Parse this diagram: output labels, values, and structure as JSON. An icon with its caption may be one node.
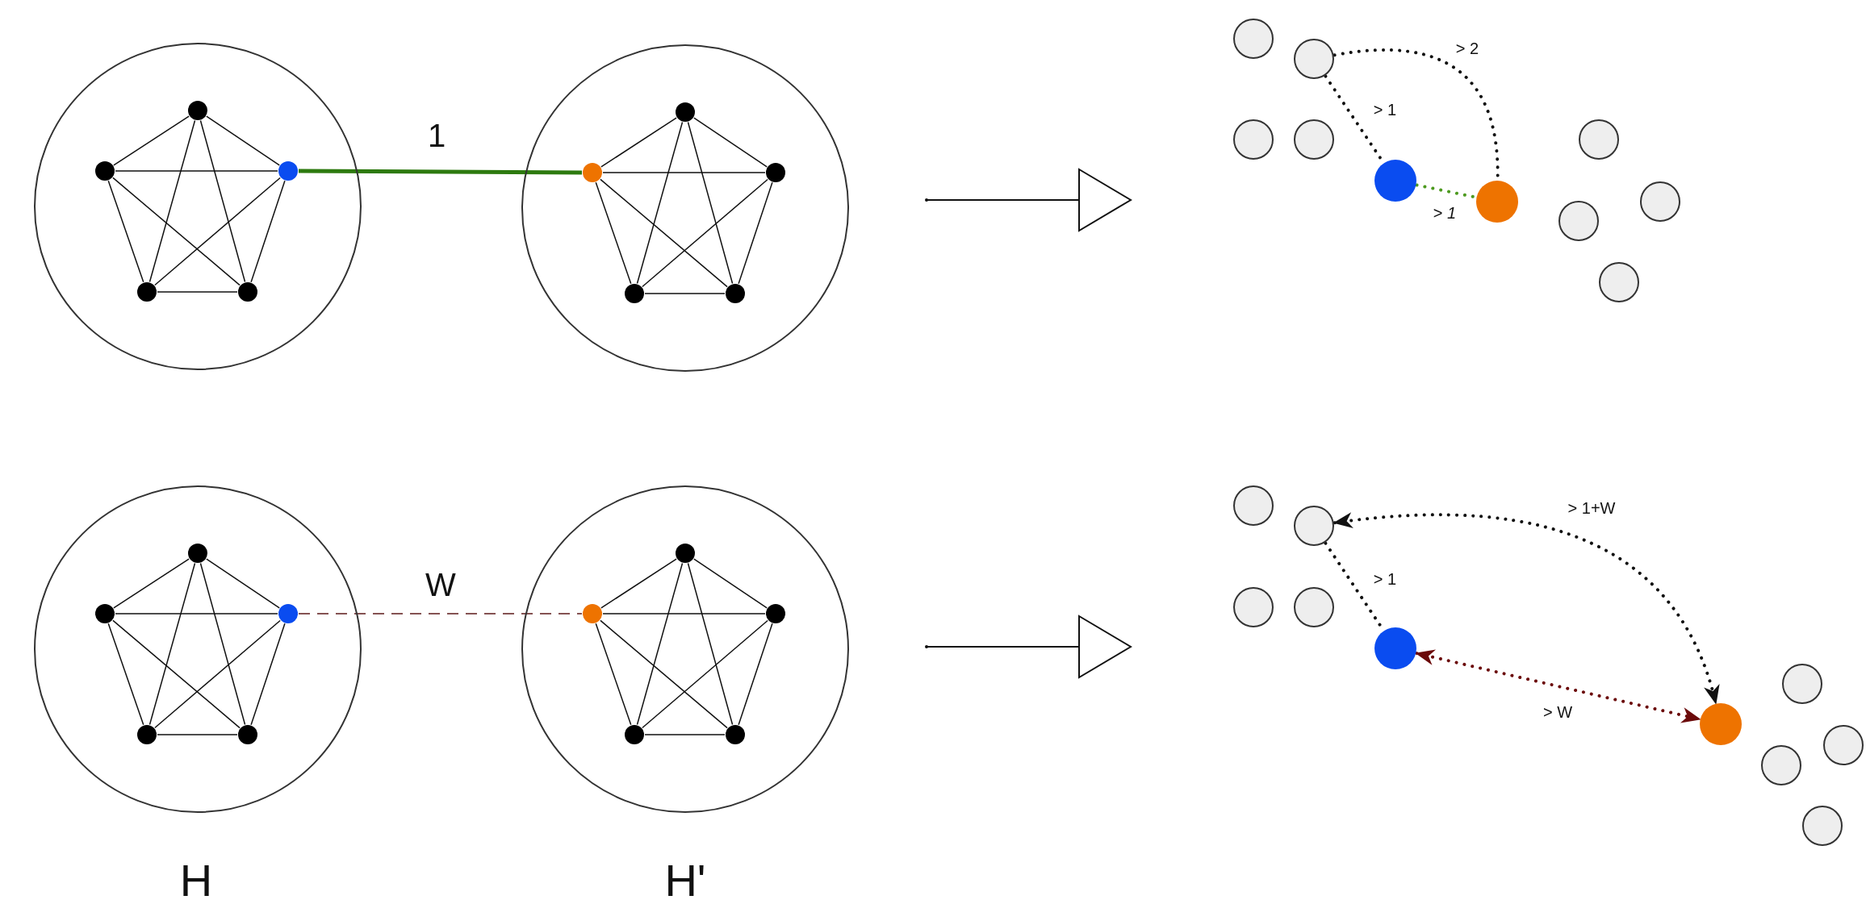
{
  "diagram": {
    "nodes": [
      {
        "text": [],
        "shape": "circle"
      },
      {
        "text": [],
        "shape": "circle",
        "in": 0
      },
      {
        "text": [],
        "shape": "circle",
        "in": 0
      },
      {
        "text": [],
        "shape": "circle",
        "in": 0
      },
      {
        "text": [],
        "shape": "circle",
        "in": 0
      },
      {
        "text": [],
        "shape": "circle",
        "in": 0
      },
      {
        "text": [],
        "shape": "circle"
      },
      {
        "text": [],
        "shape": "circle",
        "in": 6
      },
      {
        "text": [],
        "shape": "circle",
        "in": 6
      },
      {
        "text": [],
        "shape": "circle",
        "in": 6
      },
      {
        "text": [],
        "shape": "circle",
        "in": 6
      },
      {
        "text": [],
        "shape": "circle",
        "in": 6
      },
      {
        "text": [],
        "shape": "circle"
      },
      {
        "text": [],
        "shape": "circle"
      },
      {
        "text": [],
        "shape": "circle"
      },
      {
        "text": [],
        "shape": "circle"
      },
      {
        "text": [],
        "shape": "circle"
      },
      {
        "text": [],
        "shape": "circle"
      },
      {
        "text": [],
        "shape": "circle"
      },
      {
        "text": [],
        "shape": "circle"
      },
      {
        "text": [],
        "shape": "circle"
      },
      {
        "text": [],
        "shape": "circle"
      },
      {
        "text": [],
        "shape": "circle"
      },
      {
        "text": [],
        "shape": "circle",
        "in": 22
      },
      {
        "text": [],
        "shape": "circle",
        "in": 22
      },
      {
        "text": [],
        "shape": "circle",
        "in": 22
      },
      {
        "text": [],
        "shape": "circle",
        "in": 22
      },
      {
        "text": [],
        "shape": "circle",
        "in": 22
      },
      {
        "text": [],
        "shape": "circle"
      },
      {
        "text": [],
        "shape": "circle",
        "in": 28
      },
      {
        "text": [],
        "shape": "circle",
        "in": 28
      },
      {
        "text": [],
        "shape": "circle",
        "in": 28
      },
      {
        "text": [],
        "shape": "circle",
        "in": 28
      },
      {
        "text": [],
        "shape": "circle",
        "in": 28
      },
      {
        "text": [],
        "shape": "circle"
      },
      {
        "text": [],
        "shape": "circle"
      },
      {
        "text": [],
        "shape": "circle"
      },
      {
        "text": [],
        "shape": "circle"
      },
      {
        "text": [],
        "shape": "circle"
      },
      {
        "text": [],
        "shape": "circle"
      },
      {
        "text": [],
        "shape": "circle"
      },
      {
        "text": [],
        "shape": "circle"
      },
      {
        "text": [],
        "shape": "circle"
      },
      {
        "text": [],
        "shape": "circle"
      }
    ],
    "edges": [
      {
        "from": 1,
        "to": 2,
        "arrow": "none"
      },
      {
        "from": 1,
        "to": 3,
        "arrow": "none"
      },
      {
        "from": 1,
        "to": 4,
        "arrow": "none"
      },
      {
        "from": 1,
        "to": 5,
        "arrow": "none"
      },
      {
        "from": 2,
        "to": 3,
        "arrow": "none"
      },
      {
        "from": 2,
        "to": 4,
        "arrow": "none"
      },
      {
        "from": 2,
        "to": 5,
        "arrow": "none"
      },
      {
        "from": 3,
        "to": 4,
        "arrow": "none"
      },
      {
        "from": 3,
        "to": 5,
        "arrow": "none"
      },
      {
        "from": 4,
        "to": 5,
        "arrow": "none"
      },
      {
        "from": 7,
        "to": 8,
        "arrow": "none"
      },
      {
        "from": 7,
        "to": 9,
        "arrow": "none"
      },
      {
        "from": 7,
        "to": 10,
        "arrow": "none"
      },
      {
        "from": 7,
        "to": 11,
        "arrow": "none"
      },
      {
        "from": 8,
        "to": 9,
        "arrow": "none"
      },
      {
        "from": 8,
        "to": 10,
        "arrow": "none"
      },
      {
        "from": 8,
        "to": 11,
        "arrow": "none"
      },
      {
        "from": 9,
        "to": 10,
        "arrow": "none"
      },
      {
        "from": 9,
        "to": 11,
        "arrow": "none"
      },
      {
        "from": 10,
        "to": 11,
        "arrow": "none"
      },
      {
        "from": 23,
        "to": 24,
        "arrow": "none"
      },
      {
        "from": 23,
        "to": 25,
        "arrow": "none"
      },
      {
        "from": 23,
        "to": 26,
        "arrow": "none"
      },
      {
        "from": 23,
        "to": 27,
        "arrow": "none"
      },
      {
        "from": 24,
        "to": 25,
        "arrow": "none"
      },
      {
        "from": 24,
        "to": 26,
        "arrow": "none"
      },
      {
        "from": 24,
        "to": 27,
        "arrow": "none"
      },
      {
        "from": 25,
        "to": 26,
        "arrow": "none"
      },
      {
        "from": 25,
        "to": 27,
        "arrow": "none"
      },
      {
        "from": 26,
        "to": 27,
        "arrow": "none"
      },
      {
        "from": 29,
        "to": 30,
        "arrow": "none"
      },
      {
        "from": 29,
        "to": 31,
        "arrow": "none"
      },
      {
        "from": 29,
        "to": 32,
        "arrow": "none"
      },
      {
        "from": 29,
        "to": 33,
        "arrow": "none"
      },
      {
        "from": 30,
        "to": 31,
        "arrow": "none"
      },
      {
        "from": 30,
        "to": 32,
        "arrow": "none"
      },
      {
        "from": 30,
        "to": 33,
        "arrow": "none"
      },
      {
        "from": 31,
        "to": 32,
        "arrow": "none"
      },
      {
        "from": 31,
        "to": 33,
        "arrow": "none"
      },
      {
        "from": 32,
        "to": 33,
        "arrow": "none"
      },
      {
        "from": 3,
        "to": 8,
        "arrow": "none",
        "label": "1",
        "style": "thick",
        "color": "#2d7a0f"
      },
      {
        "from": 25,
        "to": 30,
        "arrow": "none",
        "label": "W",
        "style": "dashed",
        "color": "#5c1a1a"
      },
      {
        "from": 13,
        "to": 17,
        "arrow": "none",
        "label": "> 1",
        "style": "dashed"
      },
      {
        "from": 13,
        "to": 18,
        "arrow": "none",
        "label": "> 2",
        "style": "dashed"
      },
      {
        "from": 17,
        "to": 18,
        "arrow": "none",
        "label": "> *1*",
        "style": "dashed",
        "color": "#4d9a1f"
      },
      {
        "from": 35,
        "to": 38,
        "arrow": "none",
        "label": "> 1",
        "style": "dashed"
      },
      {
        "from": 35,
        "to": 39,
        "arrow": "both",
        "label": "> 1+W",
        "style": "dashed"
      },
      {
        "from": 38,
        "to": 39,
        "arrow": "both",
        "label": "> W",
        "style": "dashed",
        "color": "#6b0a0a"
      }
    ],
    "labels": [
      "H",
      "H'"
    ]
  }
}
